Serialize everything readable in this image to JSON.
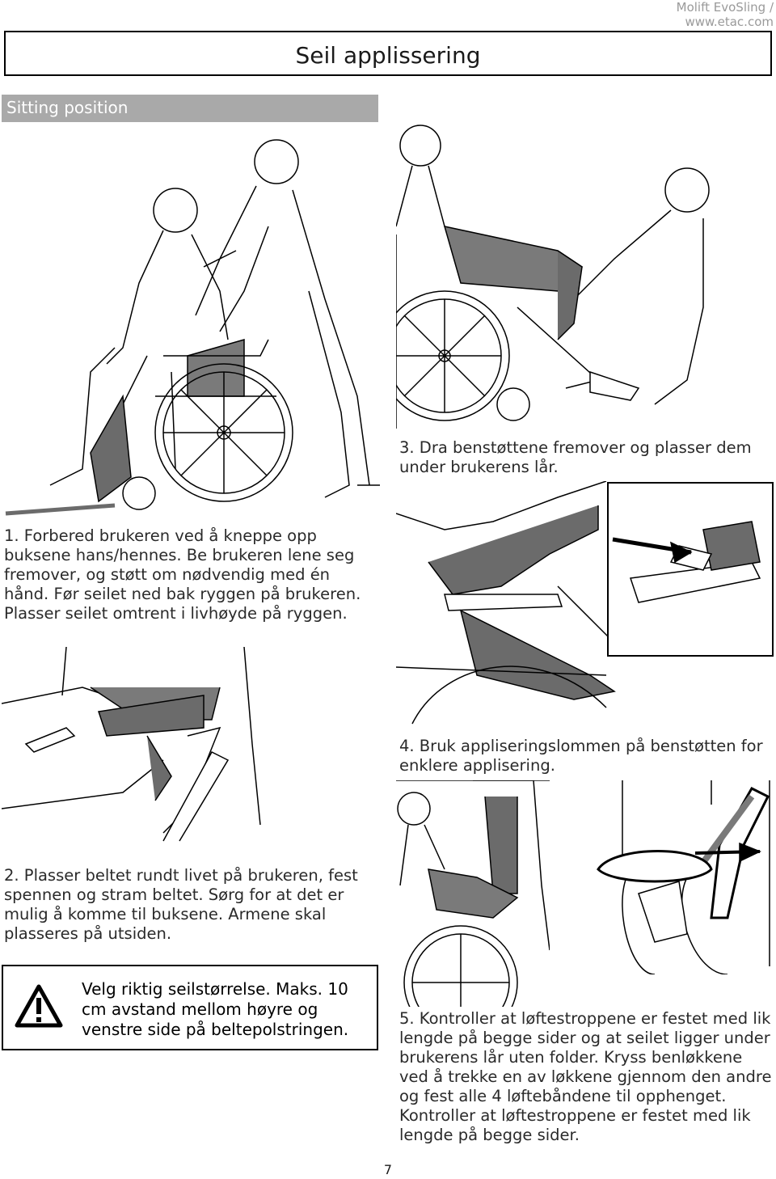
{
  "header": {
    "brand": "Molift EvoSling / www.etac.com"
  },
  "title": "Seil applissering",
  "section": "Sitting position",
  "steps": {
    "step1": "1. Forbered brukeren ved å kneppe opp buksene hans/hennes. Be brukeren lene seg fremover, og støtt om nødvendig med én hånd. Før seilet ned bak ryggen på brukeren. Plasser seilet omtrent i livhøyde på ryggen.",
    "step2": "2. Plasser beltet rundt livet på brukeren, fest spennen og stram beltet. Sørg for at det er mulig å komme til buksene. Armene skal plasseres på utsiden.",
    "step3": "3. Dra benstøttene fremover og plasser dem under brukerens lår.",
    "step4": "4. Bruk appliseringslommen på benstøtten for enklere applisering.",
    "step5": "5. Kontroller at løftestroppene er festet med lik lengde på begge sider og at seilet ligger under brukerens lår uten folder. Kryss benløkkene ved å trekke en av løkkene gjennom den andre og fest alle 4 løftebåndene til opphenget. Kontroller at løftestroppene er festet med lik lengde på begge sider."
  },
  "warning": {
    "icon": "warning-triangle-icon",
    "text": "Velg riktig seilstørrelse. Maks. 10 cm avstand mellom høyre og venstre side på beltepolstringen."
  },
  "page_number": "7",
  "colors": {
    "section_bar": "#a9a9a9",
    "sling": "#6b6b6b",
    "header_text": "#9a9a9a"
  }
}
